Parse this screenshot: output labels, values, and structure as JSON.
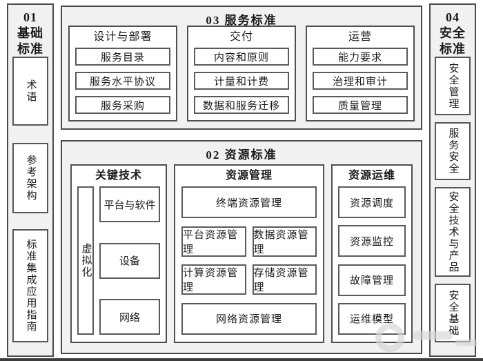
{
  "columns": {
    "basic": {
      "header": "01\n基础\n标准",
      "items": [
        "术语",
        "参考架构",
        "标准集成应用指南"
      ]
    },
    "security": {
      "header": "04\n安全\n标准",
      "items": [
        "安全管理",
        "服务安全",
        "安全技术与产品",
        "安全基础"
      ]
    }
  },
  "service": {
    "title": "03 服务标准",
    "groups": [
      {
        "title": "设计与部署",
        "items": [
          "服务目录",
          "服务水平协议",
          "服务采购"
        ]
      },
      {
        "title": "交付",
        "items": [
          "内容和原则",
          "计量和计费",
          "数据和服务迁移"
        ]
      },
      {
        "title": "运营",
        "items": [
          "能力要求",
          "治理和审计",
          "质量管理"
        ]
      }
    ]
  },
  "resource": {
    "title": "02 资源标准",
    "key_tech": {
      "title": "关键技术",
      "vertical_item": "虚拟化",
      "items": [
        "平台与软件",
        "设备",
        "网络"
      ]
    },
    "management": {
      "title": "资源管理",
      "items": [
        "终端资源管理",
        "平台资源管理",
        "数据资源管理",
        "计算资源管理",
        "存储资源管理",
        "网络资源管理"
      ]
    },
    "operations": {
      "title": "资源运维",
      "items": [
        "资源调度",
        "资源监控",
        "故障管理",
        "运维模型"
      ]
    }
  },
  "colors": {
    "panel_bg": "#f1f1f1",
    "box_bg": "#ffffff",
    "border_dark": "#4b4b4b",
    "text": "#1a1a1a",
    "bottom_bar": "#3c3c3c"
  }
}
